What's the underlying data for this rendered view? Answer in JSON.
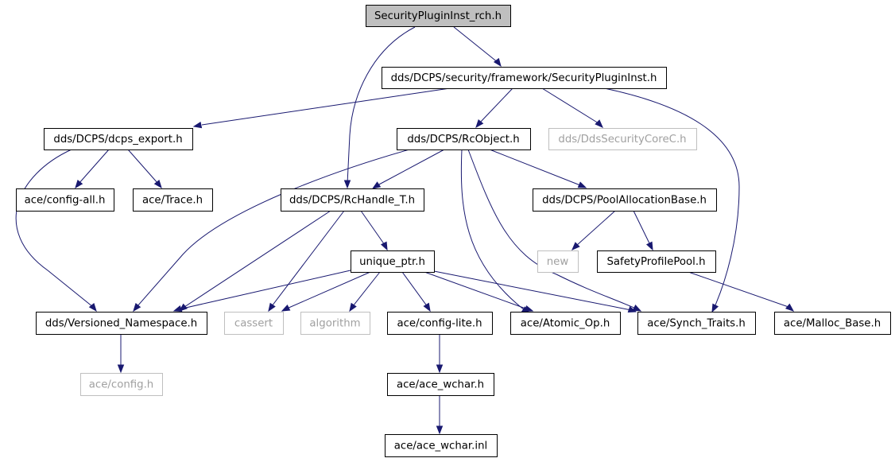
{
  "nodes": [
    {
      "id": "root",
      "label": "SecurityPluginInst_rch.h",
      "kind": "root"
    },
    {
      "id": "spi",
      "label": "dds/DCPS/security/framework/SecurityPluginInst.h",
      "kind": "local"
    },
    {
      "id": "dcps_export",
      "label": "dds/DCPS/dcps_export.h",
      "kind": "local"
    },
    {
      "id": "rcobject",
      "label": "dds/DCPS/RcObject.h",
      "kind": "local"
    },
    {
      "id": "ddssec",
      "label": "dds/DdsSecurityCoreC.h",
      "kind": "external"
    },
    {
      "id": "config_all",
      "label": "ace/config-all.h",
      "kind": "local"
    },
    {
      "id": "trace",
      "label": "ace/Trace.h",
      "kind": "local"
    },
    {
      "id": "rchandle",
      "label": "dds/DCPS/RcHandle_T.h",
      "kind": "local"
    },
    {
      "id": "pool",
      "label": "dds/DCPS/PoolAllocationBase.h",
      "kind": "local"
    },
    {
      "id": "unique",
      "label": "unique_ptr.h",
      "kind": "local"
    },
    {
      "id": "new",
      "label": "new",
      "kind": "external"
    },
    {
      "id": "safety",
      "label": "SafetyProfilePool.h",
      "kind": "local"
    },
    {
      "id": "versioned",
      "label": "dds/Versioned_Namespace.h",
      "kind": "local"
    },
    {
      "id": "cassert",
      "label": "cassert",
      "kind": "external"
    },
    {
      "id": "algorithm",
      "label": "algorithm",
      "kind": "external"
    },
    {
      "id": "config_lite",
      "label": "ace/config-lite.h",
      "kind": "local"
    },
    {
      "id": "atomic",
      "label": "ace/Atomic_Op.h",
      "kind": "local"
    },
    {
      "id": "synch",
      "label": "ace/Synch_Traits.h",
      "kind": "local"
    },
    {
      "id": "malloc",
      "label": "ace/Malloc_Base.h",
      "kind": "local"
    },
    {
      "id": "config",
      "label": "ace/config.h",
      "kind": "external"
    },
    {
      "id": "wchar_h",
      "label": "ace/ace_wchar.h",
      "kind": "local"
    },
    {
      "id": "wchar_inl",
      "label": "ace/ace_wchar.inl",
      "kind": "local"
    }
  ],
  "edges": [
    {
      "from": "root",
      "to": "spi"
    },
    {
      "from": "root",
      "to": "rchandle"
    },
    {
      "from": "spi",
      "to": "dcps_export"
    },
    {
      "from": "spi",
      "to": "rcobject"
    },
    {
      "from": "spi",
      "to": "ddssec"
    },
    {
      "from": "spi",
      "to": "synch"
    },
    {
      "from": "dcps_export",
      "to": "config_all"
    },
    {
      "from": "dcps_export",
      "to": "trace"
    },
    {
      "from": "dcps_export",
      "to": "versioned"
    },
    {
      "from": "rcobject",
      "to": "rchandle"
    },
    {
      "from": "rcobject",
      "to": "versioned"
    },
    {
      "from": "rcobject",
      "to": "pool"
    },
    {
      "from": "rcobject",
      "to": "atomic"
    },
    {
      "from": "rcobject",
      "to": "synch"
    },
    {
      "from": "rchandle",
      "to": "unique"
    },
    {
      "from": "rchandle",
      "to": "versioned"
    },
    {
      "from": "rchandle",
      "to": "cassert"
    },
    {
      "from": "pool",
      "to": "new"
    },
    {
      "from": "pool",
      "to": "safety"
    },
    {
      "from": "safety",
      "to": "malloc"
    },
    {
      "from": "unique",
      "to": "versioned"
    },
    {
      "from": "unique",
      "to": "cassert"
    },
    {
      "from": "unique",
      "to": "algorithm"
    },
    {
      "from": "unique",
      "to": "config_lite"
    },
    {
      "from": "unique",
      "to": "atomic"
    },
    {
      "from": "unique",
      "to": "synch"
    },
    {
      "from": "versioned",
      "to": "config"
    },
    {
      "from": "config_lite",
      "to": "wchar_h"
    },
    {
      "from": "wchar_h",
      "to": "wchar_inl"
    }
  ],
  "colors": {
    "edge": "#191970",
    "root_fill": "#bfbfbf",
    "external_text": "#a0a0a0",
    "external_border": "#bfbfbf"
  }
}
